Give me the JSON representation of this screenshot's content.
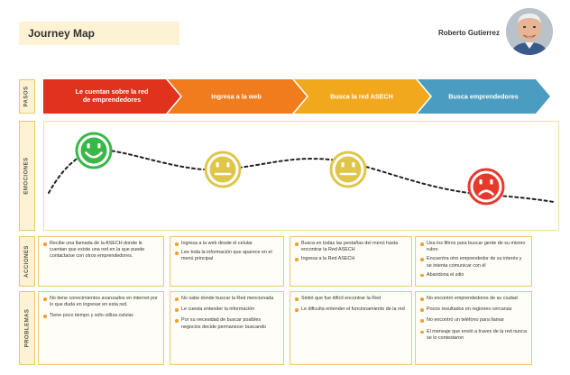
{
  "header": {
    "title": "Journey Map",
    "user_name": "Roberto Gutierrez"
  },
  "lanes": {
    "steps": "PASOS",
    "emotions": "EMOCIONES",
    "actions": "ACCIONES",
    "problems": "PROBLEMAS"
  },
  "steps": [
    {
      "lines": [
        "Le cuentan sobre la red",
        "de emprendedores"
      ],
      "color": "#e0321c"
    },
    {
      "lines": [
        "Ingresa a la web"
      ],
      "color": "#f07c1e"
    },
    {
      "lines": [
        "Busca la red ASECH"
      ],
      "color": "#f2a81d"
    },
    {
      "lines": [
        "Busca emprendedores"
      ],
      "color": "#4a9dc1"
    }
  ],
  "emotions": [
    {
      "mood": "happy",
      "color": "#37b847",
      "icon": "happy-face-icon"
    },
    {
      "mood": "neutral",
      "color": "#dfc64a",
      "icon": "neutral-face-icon"
    },
    {
      "mood": "neutral",
      "color": "#dfc64a",
      "icon": "neutral-face-icon"
    },
    {
      "mood": "sad",
      "color": "#e53a2c",
      "icon": "sad-face-icon"
    }
  ],
  "actions": [
    [
      "Recibe una llamada de la ASECH  donde le cuentan que existe una red en la que puede contactarse con otros emprendedores."
    ],
    [
      "Ingresa a la web desde el celular",
      "Lee toda la información que aparece en el menú principal"
    ],
    [
      "Busca en todas las pestañas del menú hasta encontrar la Red ASECH",
      "Ingresa a la Red ASECH"
    ],
    [
      "Usa los filtros para buscar gente de su mismo rubro",
      "Encuentra otro emprendedor de su interés y se intenta comunicar con él",
      "Abandona el sitio"
    ]
  ],
  "problems": [
    [
      "No tiene conocimientos avanzados en internet por lo que duda en ingresar en esta red.",
      "Tiene poco tiempo y sólo utiliza celular."
    ],
    [
      "No sabe donde buscar la Red mencionada",
      "Le cuesta entender la información",
      "Por su necesidad de buscar posibles negocios decide permanecer buscando"
    ],
    [
      "Sintió que fue difícil encontrar la Red",
      "Le dificulta entender el funcionamiento de la red"
    ],
    [
      "No encontró emprendedores de su ciudad",
      "Pocos resultados en regiones cercanas",
      "No encontró un teléfono para llamar",
      "El mensaje que envió a traves de la red nunca se lo contestaron"
    ]
  ]
}
